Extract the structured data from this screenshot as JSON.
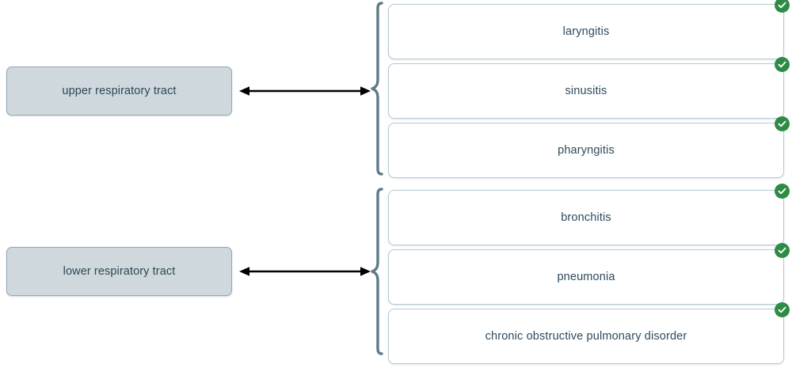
{
  "diagram": {
    "type": "classification-matching",
    "arrow_color": "#000000",
    "brace_color": "#5e7a88",
    "card_border_color": "#b5cbd4",
    "card_background": "#ffffff",
    "category_background": "#cfd9dd",
    "category_border_color": "#93a8b2",
    "text_color": "#2d4a5c",
    "badge_color": "#2e8b45",
    "badge_icon": "check-circle-icon",
    "arrow_icon": "double-headed-arrow-icon",
    "brace_icon": "curly-brace-icon",
    "groups": [
      {
        "id": "upper-respiratory-tract",
        "category": "upper respiratory tract",
        "items": [
          {
            "label": "laryngitis",
            "status": "correct"
          },
          {
            "label": "sinusitis",
            "status": "correct"
          },
          {
            "label": "pharyngitis",
            "status": "correct"
          }
        ]
      },
      {
        "id": "lower-respiratory-tract",
        "category": "lower respiratory tract",
        "items": [
          {
            "label": "bronchitis",
            "status": "correct"
          },
          {
            "label": "pneumonia",
            "status": "correct"
          },
          {
            "label": "chronic obstructive pulmonary disorder",
            "status": "correct"
          }
        ]
      }
    ]
  }
}
